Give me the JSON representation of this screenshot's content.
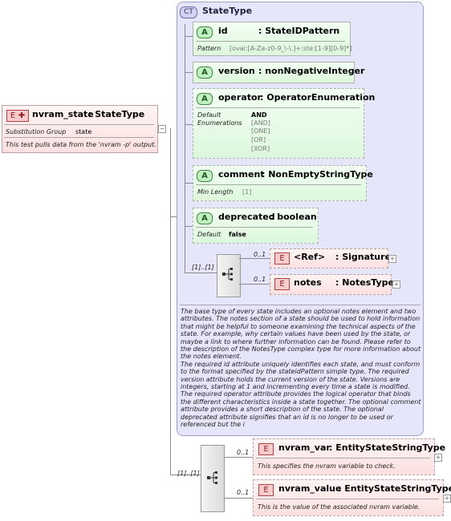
{
  "root": {
    "badge": "E",
    "name": "nvram_state",
    "type": ": StateType",
    "substitution_label": "Substitution Group",
    "substitution_value": "state",
    "description": "This test pulls data from the 'nvram -p' output."
  },
  "complex_type": {
    "badge": "CT",
    "name": "StateType",
    "attributes": [
      {
        "badge": "A",
        "name": "id",
        "type": ": StateIDPattern",
        "props": [
          {
            "label": "Pattern",
            "value": "[oval:[A-Za-z0-9_\\-\\.]+:ste:[1-9][0-9]*]"
          }
        ]
      },
      {
        "badge": "A",
        "name": "version",
        "type": ": nonNegativeInteger",
        "props": []
      },
      {
        "badge": "A",
        "name": "operator",
        "type": ": OperatorEnumeration",
        "props": [
          {
            "label": "Default",
            "value": "AND"
          },
          {
            "label": "Enumerations",
            "values": [
              "[AND]",
              "[ONE]",
              "[OR]",
              "[XOR]"
            ]
          }
        ]
      },
      {
        "badge": "A",
        "name": "comment",
        "type": ": NonEmptyStringType",
        "props": [
          {
            "label": "Min Length",
            "value": "[1]"
          }
        ]
      },
      {
        "badge": "A",
        "name": "deprecated",
        "type": ": boolean",
        "props": [
          {
            "label": "Default",
            "value": "false"
          }
        ]
      }
    ],
    "sequence_occurrence": "[1]..[1]",
    "elements": [
      {
        "badge": "E",
        "name": "<Ref>",
        "type": ": Signature",
        "occurrence": "0..1",
        "plus": "+"
      },
      {
        "badge": "E",
        "name": "notes",
        "type": ": NotesType",
        "occurrence": "0..1",
        "plus": "+"
      }
    ],
    "documentation": "The base type of every state includes an optional notes element and two attributes. The notes section of a state should be used to hold information that might be helpful to someone examining the technical aspects of the state. For example, why certain values have been used by the state, or maybe a link to where further information can be found. Please refer to the description of the NotesType complex type for more information about the notes element.\nThe required id attribute uniquely identifies each state, and must conform to the format specified by the stateidPattern simple type. The required version attribute holds the current version of the state. Versions are integers, starting at 1 and incrementing every time a state is modified.\nThe required operator attribute provides the logical operator that binds the different characteristics inside a state together. The optional comment attribute provides a short description of the state. The optional deprecated attribute signifies that an id is no longer to be used or referenced but the i"
  },
  "outer_sequence": {
    "occurrence": "[1]..[1]",
    "elements": [
      {
        "badge": "E",
        "name": "nvram_var",
        "type": ": EntityStateStringType",
        "occurrence": "0..1",
        "description": "This specifies the nvram variable to check.",
        "plus": "+"
      },
      {
        "badge": "E",
        "name": "nvram_value",
        "type": ": EntityStateStringType",
        "occurrence": "0..1",
        "description": "This is the value of the associated nvram variable.",
        "plus": "+"
      }
    ]
  },
  "collapse_symbol": "−"
}
